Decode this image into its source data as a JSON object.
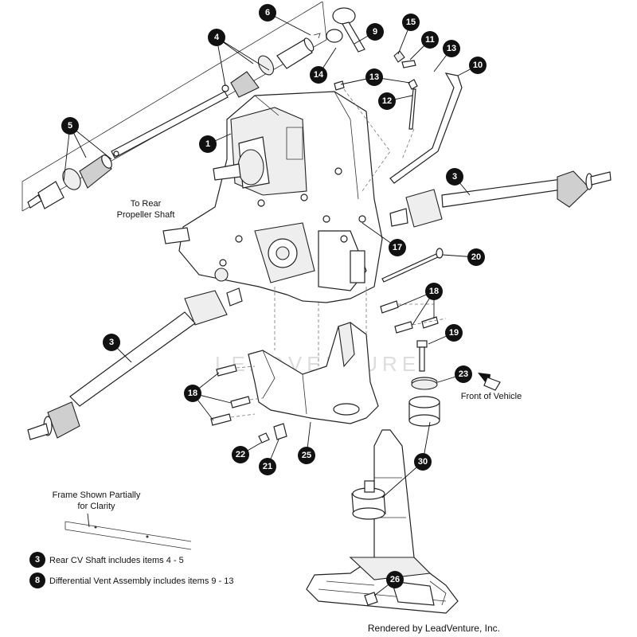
{
  "labels": {
    "to_rear": "To Rear",
    "propeller_shaft": "Propeller Shaft",
    "front_of_vehicle": "Front of Vehicle",
    "frame_shown_line1": "Frame Shown Partially",
    "frame_shown_line2": "for Clarity"
  },
  "legend": [
    {
      "number": "3",
      "text": "Rear CV Shaft includes items 4 - 5"
    },
    {
      "number": "8",
      "text": "Differential Vent Assembly includes items 9 - 13"
    }
  ],
  "credit": "Rendered by LeadVenture, Inc.",
  "watermark": "LEADVENTURE",
  "callouts": [
    "1",
    "3",
    "3",
    "4",
    "5",
    "6",
    "9",
    "10",
    "11",
    "12",
    "13",
    "13",
    "14",
    "15",
    "17",
    "18",
    "18",
    "19",
    "20",
    "21",
    "22",
    "23",
    "25",
    "26",
    "30"
  ]
}
